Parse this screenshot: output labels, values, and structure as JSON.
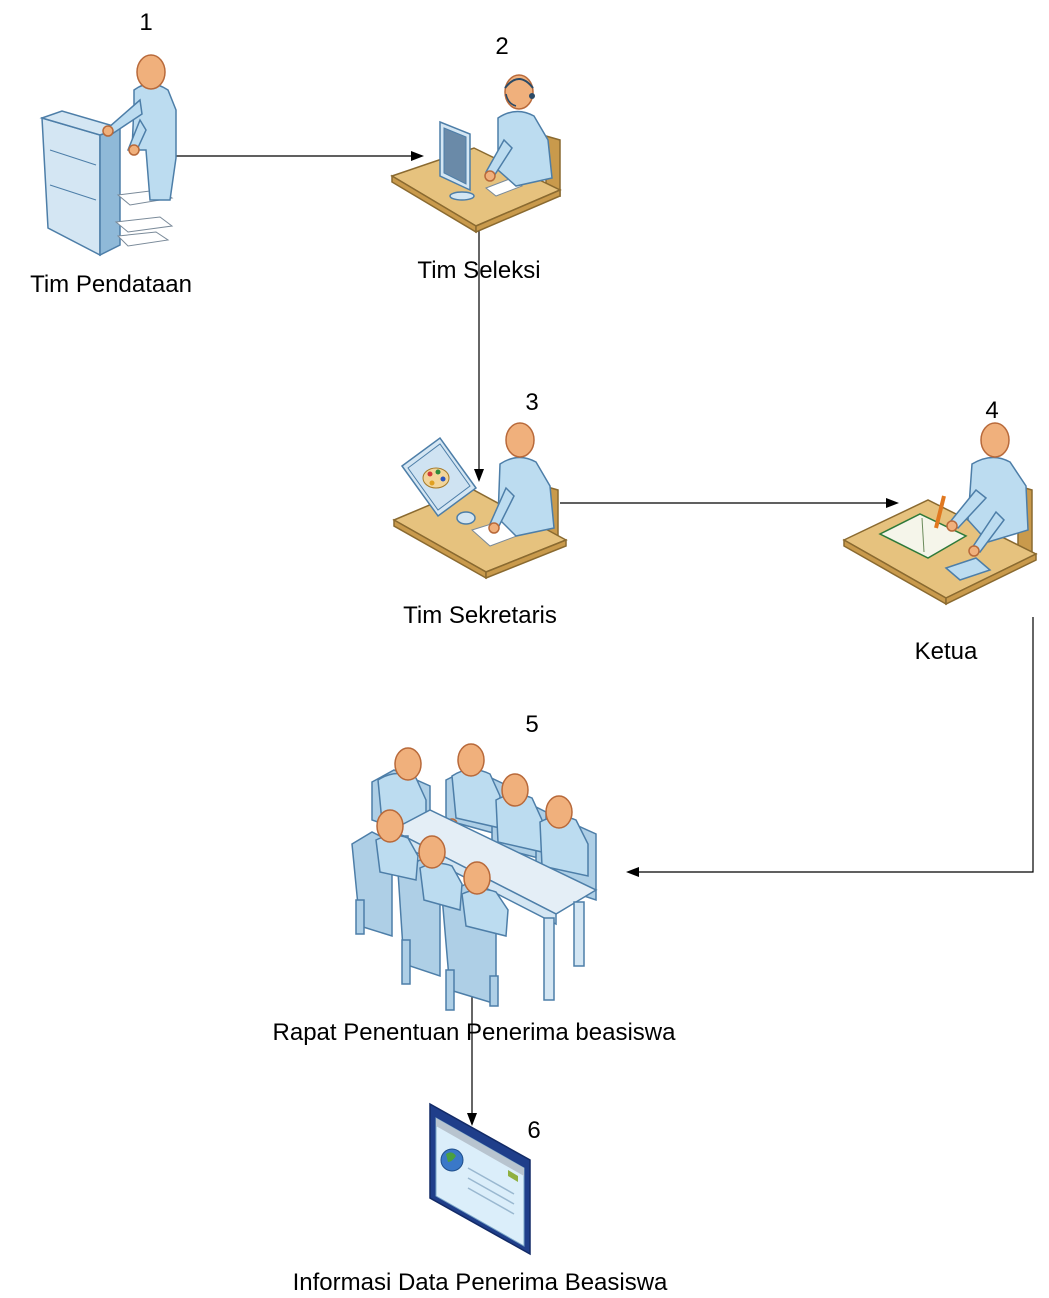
{
  "nodes": {
    "n1": {
      "number": "1",
      "label": "Tim Pendataan"
    },
    "n2": {
      "number": "2",
      "label": "Tim Seleksi"
    },
    "n3": {
      "number": "3",
      "label": "Tim Sekretaris"
    },
    "n4": {
      "number": "4",
      "label": "Ketua"
    },
    "n5": {
      "number": "5",
      "label": "Rapat Penentuan Penerima beasiswa"
    },
    "n6": {
      "number": "6",
      "label": "Informasi Data Penerima Beasiswa"
    }
  },
  "edges": [
    {
      "from": "1",
      "to": "2"
    },
    {
      "from": "2",
      "to": "3"
    },
    {
      "from": "3",
      "to": "4"
    },
    {
      "from": "4",
      "to": "5"
    },
    {
      "from": "5",
      "to": "6"
    }
  ],
  "icons": {
    "n1": "copier-operator-icon",
    "n2": "helpdesk-operator-icon",
    "n3": "designer-at-computer-icon",
    "n4": "person-writing-at-desk-icon",
    "n5": "meeting-table-icon",
    "n6": "web-page-icon"
  },
  "colors": {
    "skin": "#f0b07c",
    "clothing": "#bcdcf0",
    "desk": "#e6c27e",
    "line": "#000000"
  }
}
